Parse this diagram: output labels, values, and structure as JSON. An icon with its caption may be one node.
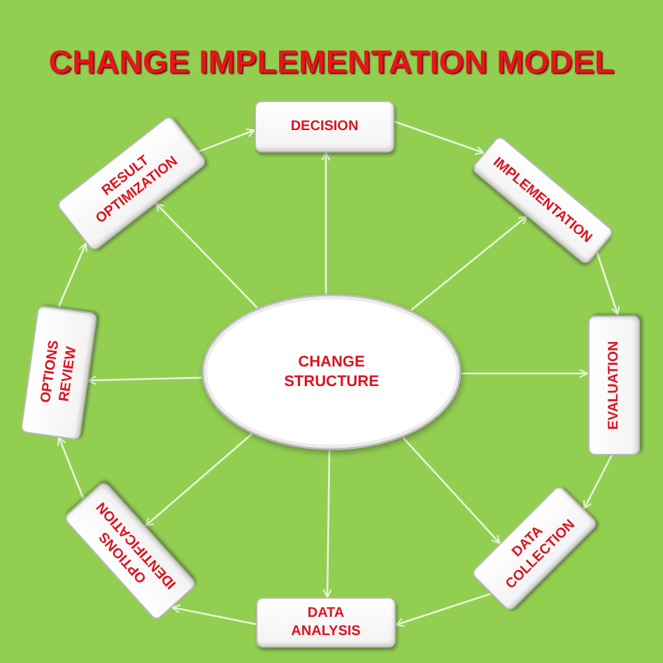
{
  "diagram": {
    "title": "CHANGE IMPLEMENTATION MODEL",
    "nodes": [
      {
        "text": [
          "DECISION"
        ]
      },
      {
        "text": [
          "RESULT OPTIMIZATION"
        ]
      },
      {
        "text": [
          "IMPLEMENTATION"
        ]
      },
      {
        "text": [
          "OPTIONS REVIEW"
        ]
      },
      {
        "text": [
          "CHANGE STRUCTURE"
        ]
      },
      {
        "text": [
          "EVALUATION"
        ]
      },
      {
        "text": [
          "OPTIONS IDENTIFICATION"
        ]
      },
      {
        "text": [
          "DATA COLLECTION"
        ]
      },
      {
        "text": [
          "DATA ANALYSIS"
        ]
      }
    ],
    "edges": [
      {
        "from": 4,
        "to": 0,
        "arrow": "to"
      },
      {
        "from": 1,
        "to": 0,
        "arrow": "to"
      },
      {
        "from": 0,
        "to": 2,
        "arrow": "to"
      },
      {
        "from": 4,
        "to": 1,
        "arrow": "to"
      },
      {
        "from": 4,
        "to": 2,
        "arrow": "to"
      },
      {
        "from": 2,
        "to": 5,
        "arrow": "to"
      },
      {
        "from": 4,
        "to": 5,
        "arrow": "to"
      },
      {
        "from": 5,
        "to": 7,
        "arrow": "to"
      },
      {
        "from": 4,
        "to": 7,
        "arrow": "to"
      },
      {
        "from": 7,
        "to": 8,
        "arrow": "to"
      },
      {
        "from": 4,
        "to": 8,
        "arrow": "to"
      },
      {
        "from": 8,
        "to": 6,
        "arrow": "to"
      },
      {
        "from": 4,
        "to": 6,
        "arrow": "to"
      },
      {
        "from": 6,
        "to": 3,
        "arrow": "to"
      },
      {
        "from": 4,
        "to": 3,
        "arrow": "to"
      },
      {
        "from": 3,
        "to": 1,
        "arrow": "to"
      }
    ]
  }
}
